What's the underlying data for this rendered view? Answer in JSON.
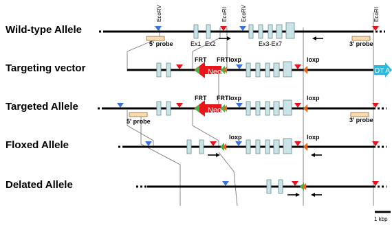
{
  "rows": [
    {
      "label": "Wild-type Allele"
    },
    {
      "label": "Targeting vector"
    },
    {
      "label": "Targeted Allele"
    },
    {
      "label": "Floxed Allele"
    },
    {
      "label": "Delated Allele"
    }
  ],
  "site_labels": {
    "ecorv": "EcoRV",
    "ecori": "EcoRI",
    "frt": "FRT",
    "loxp": "loxp",
    "frtloxp": "FRTloxp"
  },
  "feature_labels": {
    "five_probe": "5' probe",
    "three_probe": "3' probe",
    "ex1": "Ex1",
    "ex2": "Ex2",
    "ex3_7": "Ex3-Ex7",
    "neo": "Neo",
    "dta": "DT A"
  },
  "scale_bar": {
    "label": "1 kbp"
  },
  "colors": {
    "exon_fill": "#c9e3e6",
    "exon_stroke": "#6b8c90",
    "probe_fill": "#fadbb0",
    "probe_stroke": "#8a6a40",
    "ecorv": "#3a6fe0",
    "ecori": "#e8101a",
    "neo": "#e8161a",
    "dta": "#2fb8dc",
    "frt_green": "#3bb84a",
    "loxp_orange": "#e06a1a"
  }
}
